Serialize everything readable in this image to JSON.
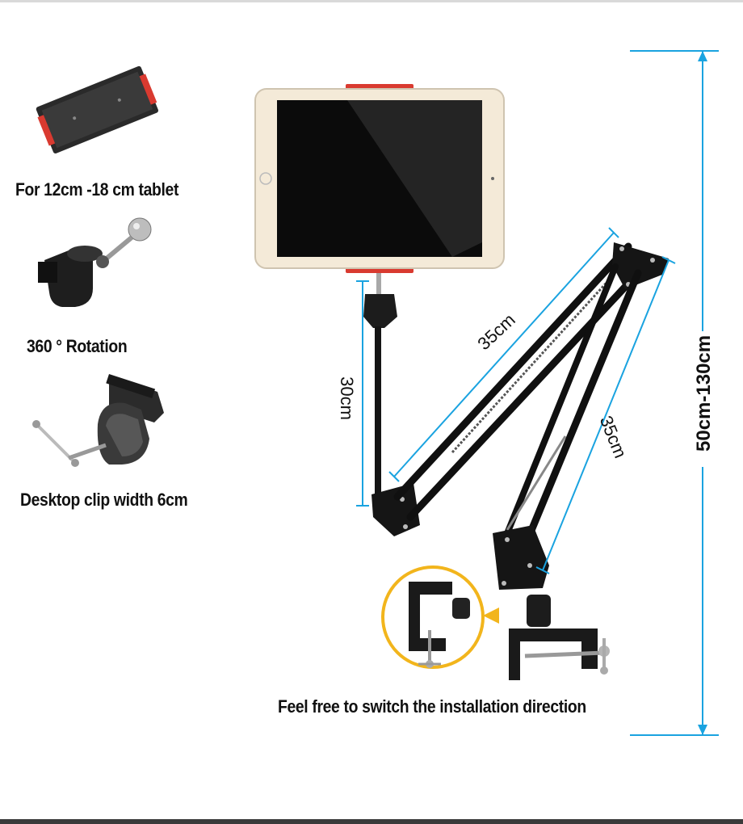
{
  "captions": {
    "tablet_range": "For 12cm -18 cm tablet",
    "rotation": "360 ° Rotation",
    "clip_width": "Desktop clip width 6cm",
    "install_direction": "Feel free to switch the installation direction"
  },
  "dimensions": {
    "pole_length": "30cm",
    "upper_arm_length": "35cm",
    "lower_arm_length": "35cm",
    "total_height": "50cm-130cm"
  },
  "colors": {
    "dimension_line": "#1aa3e0",
    "callout_ring": "#f2b51c",
    "clamp_accent": "#e0443a"
  }
}
